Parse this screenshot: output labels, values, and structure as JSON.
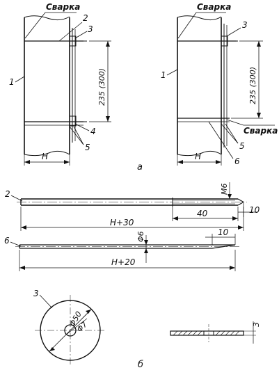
{
  "figure_a": {
    "left": {
      "weld_label": "Сварка",
      "callouts": [
        "1",
        "2",
        "3",
        "4",
        "5"
      ],
      "dim_vertical": "235 (300)",
      "dim_width": "H"
    },
    "right": {
      "weld_label_top": "Сварка",
      "weld_label_side": "Сварка",
      "callouts": [
        "1",
        "3",
        "5",
        "6"
      ],
      "dim_vertical": "235 (300)",
      "dim_width": "H"
    },
    "caption": "а"
  },
  "detail_2": {
    "callout": "2",
    "thread": "M6",
    "dim_thread_len": "40",
    "dim_tip": "10",
    "dim_total": "H+30"
  },
  "detail_6": {
    "callout": "6",
    "diameter": "Φ6",
    "dim_tip": "10",
    "dim_total": "H+20"
  },
  "detail_3": {
    "callout": "3",
    "outer_diameter": "Φ50",
    "inner_diameter": "Φ7",
    "thickness": "3",
    "caption": "б"
  }
}
